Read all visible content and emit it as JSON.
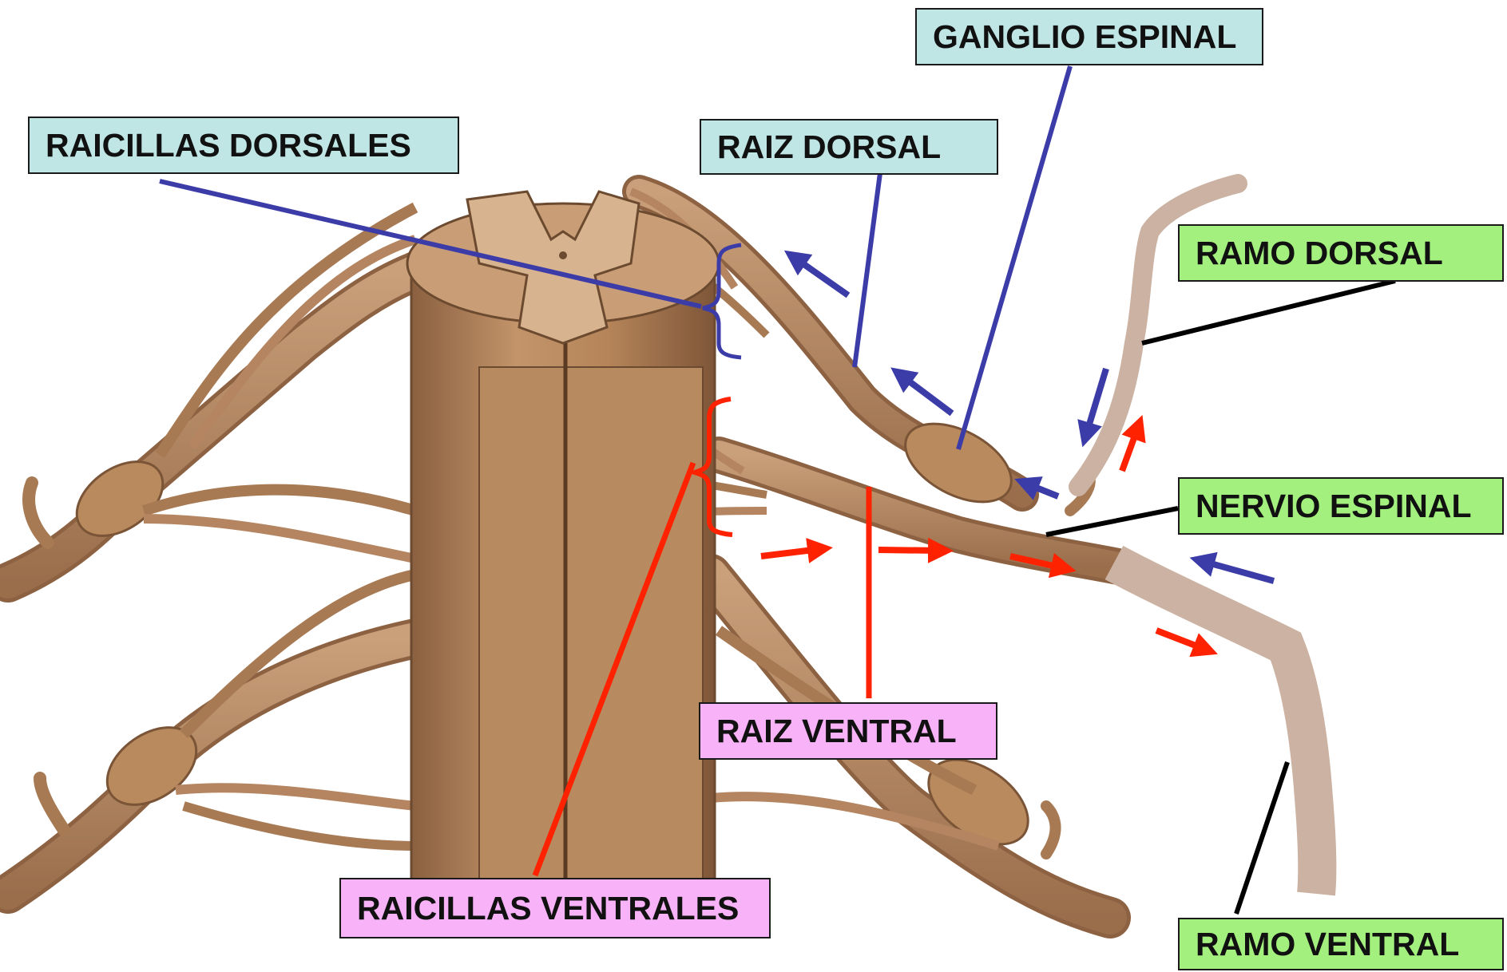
{
  "labels": {
    "raicillas_dorsales": "RAICILLAS DORSALES",
    "raiz_dorsal": "RAIZ DORSAL",
    "ganglio_espinal": "GANGLIO ESPINAL",
    "ramo_dorsal": "RAMO DORSAL",
    "nervio_espinal": "NERVIO ESPINAL",
    "raiz_ventral": "RAIZ VENTRAL",
    "raicillas_ventrales": "RAICILLAS VENTRALES",
    "ramo_ventral": "RAMO VENTRAL"
  },
  "colors": {
    "dorsal_box": "#bfe5e5",
    "ventral_box": "#f8b2f7",
    "nerve_box": "#a3f07e",
    "sensory_pointer": "#3c3ca8",
    "motor_pointer": "#ff2200",
    "branch_pointer": "#000000",
    "tissue": "#b98a5e",
    "tissue_dark": "#7a5436",
    "branch_overlay": "#cbb2a2"
  }
}
